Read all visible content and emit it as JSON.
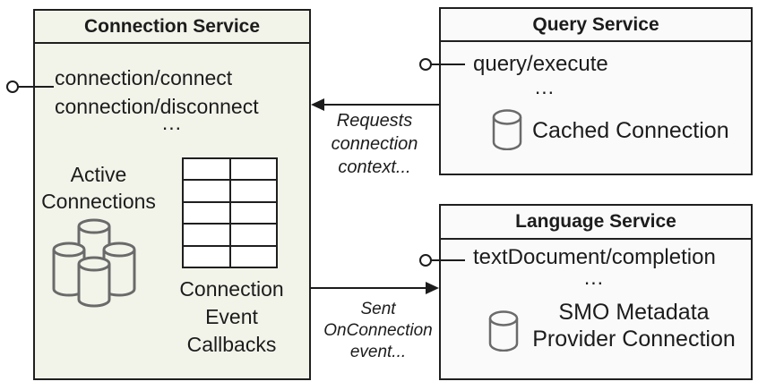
{
  "diagram_title": "Service connection architecture diagram",
  "colors": {
    "connection_box_fill": "#f2f4ea",
    "service_box_fill": "#fafafa",
    "border": "#1f1f1f",
    "cylinder_stroke": "#6a6a6a"
  },
  "connection_service": {
    "title": "Connection Service",
    "methods": [
      "connection/connect",
      "connection/disconnect"
    ],
    "ellipsis": "...",
    "active_connections_label": "Active\nConnections",
    "callbacks_label": "Connection\nEvent\nCallbacks",
    "table": {
      "rows": 5,
      "cols": 2
    }
  },
  "query_service": {
    "title": "Query Service",
    "method": "query/execute",
    "ellipsis": "...",
    "cached_connection_label": "Cached Connection"
  },
  "language_service": {
    "title": "Language Service",
    "method": "textDocument/completion",
    "ellipsis": "...",
    "smo_label": "SMO Metadata\nProvider Connection"
  },
  "arrows": {
    "requests_label": "Requests\nconnection\ncontext...",
    "sent_label": "Sent\nOnConnection\nevent..."
  }
}
